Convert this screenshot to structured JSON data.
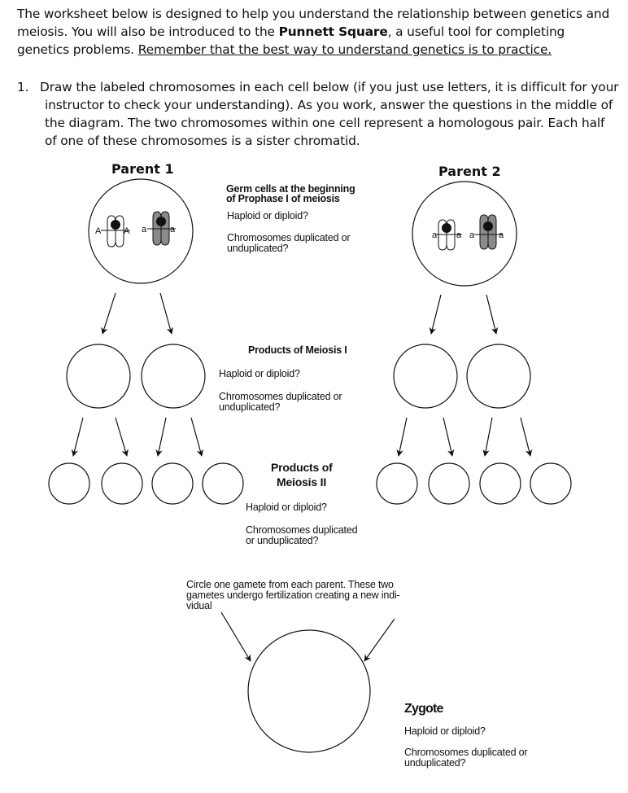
{
  "intro": {
    "text_1": "The worksheet below is designed to help you understand the relationship between genetics and meiosis. You will also be introduced to the ",
    "punnett": "Punnett Square",
    "text_2": ", a useful tool for completing genetics problems. ",
    "underlined": "Remember that the best way to understand genetics is to practice."
  },
  "question1": {
    "number": "1.",
    "text": "Draw the labeled chromosomes in each cell below (if you just use letters, it is difficult for your instructor to check your understanding). As you work, answer the questions in the middle of the diagram. The two chromosomes within one cell represent a homologous pair. Each half of one of these chromosomes is a sister chromatid."
  },
  "parent1_label": "Parent 1",
  "parent2_label": "Parent 2",
  "germ_cells": {
    "title_line1": "Germ cells at the beginning",
    "title_line2": "of Prophase I of meiosis",
    "q_ploidy": "Haploid or diploid?",
    "q_dup_line1": "Chromosomes duplicated or",
    "q_dup_line2": "unduplicated?"
  },
  "meiosis1": {
    "title": "Products of Meiosis I",
    "q_ploidy": "Haploid or diploid?",
    "q_dup_line1": "Chromosomes duplicated or",
    "q_dup_line2": "unduplicated?"
  },
  "meiosis2": {
    "title_line1": "Products of",
    "title_line2": "Meiosis II",
    "q_ploidy": "Haploid or diploid?",
    "q_dup_line1": "Chromosomes duplicated",
    "q_dup_line2": "or unduplicated?"
  },
  "fertilization": {
    "line1": "Circle one gamete from each parent. These two",
    "line2": "gametes undergo fertilization creating a new indi-",
    "line3": "vidual"
  },
  "zygote": {
    "title": "Zygote",
    "q_ploidy": "Haploid or diploid?",
    "q_dup_line1": "Chromosomes duplicated or",
    "q_dup_line2": "unduplicated?"
  },
  "alleles": {
    "p1_left_a": "A",
    "p1_left_b": "A",
    "p1_right_a": "a",
    "p1_right_b": "a",
    "p2_left_a": "a",
    "p2_left_b": "a",
    "p2_right_a": "a",
    "p2_right_b": "a"
  },
  "colors": {
    "ink": "#111111",
    "shaded_chromosome": "#8a8a8a"
  }
}
